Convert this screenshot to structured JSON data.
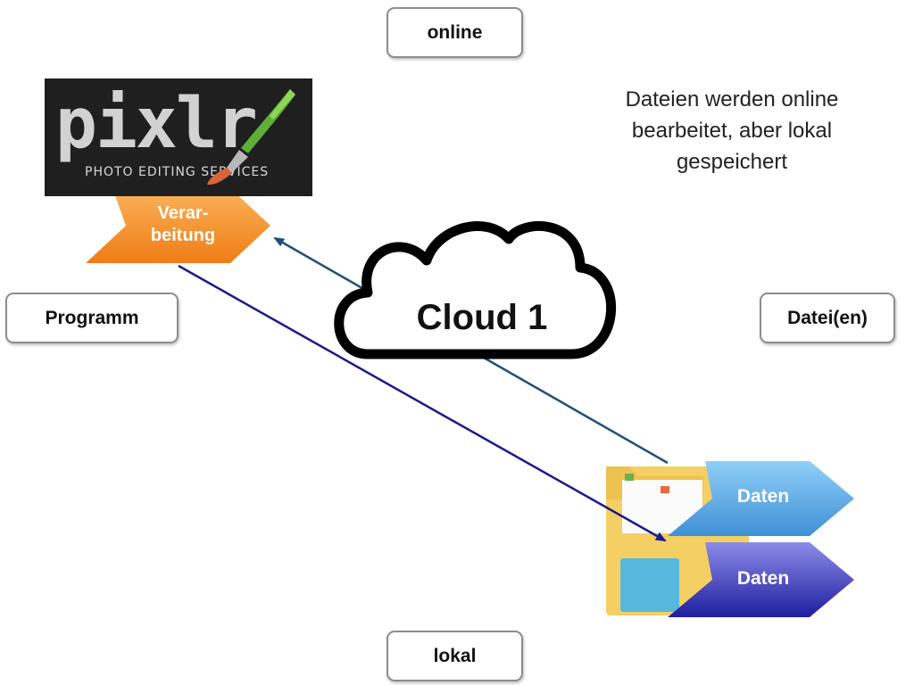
{
  "labels": {
    "online": "online",
    "lokal": "lokal",
    "programm": "Programm",
    "dateien": "Datei(en)"
  },
  "description": "Dateien werden online bearbeitet, aber lokal gespeichert",
  "logo": {
    "word": "pixlr",
    "subtitle": "PHOTO EDITING SERVICES"
  },
  "verarbeitung": "Verar-\nbeitung",
  "cloud": "Cloud 1",
  "daten_top": "Daten",
  "daten_bottom": "Daten",
  "colors": {
    "orange": "#f28c28",
    "blue_light": "#5aaee8",
    "blue_dark": "#2a2aa0",
    "arrow_upper": "#1f4e79",
    "arrow_lower": "#1a1a8c",
    "folder": "#f4cf63"
  }
}
